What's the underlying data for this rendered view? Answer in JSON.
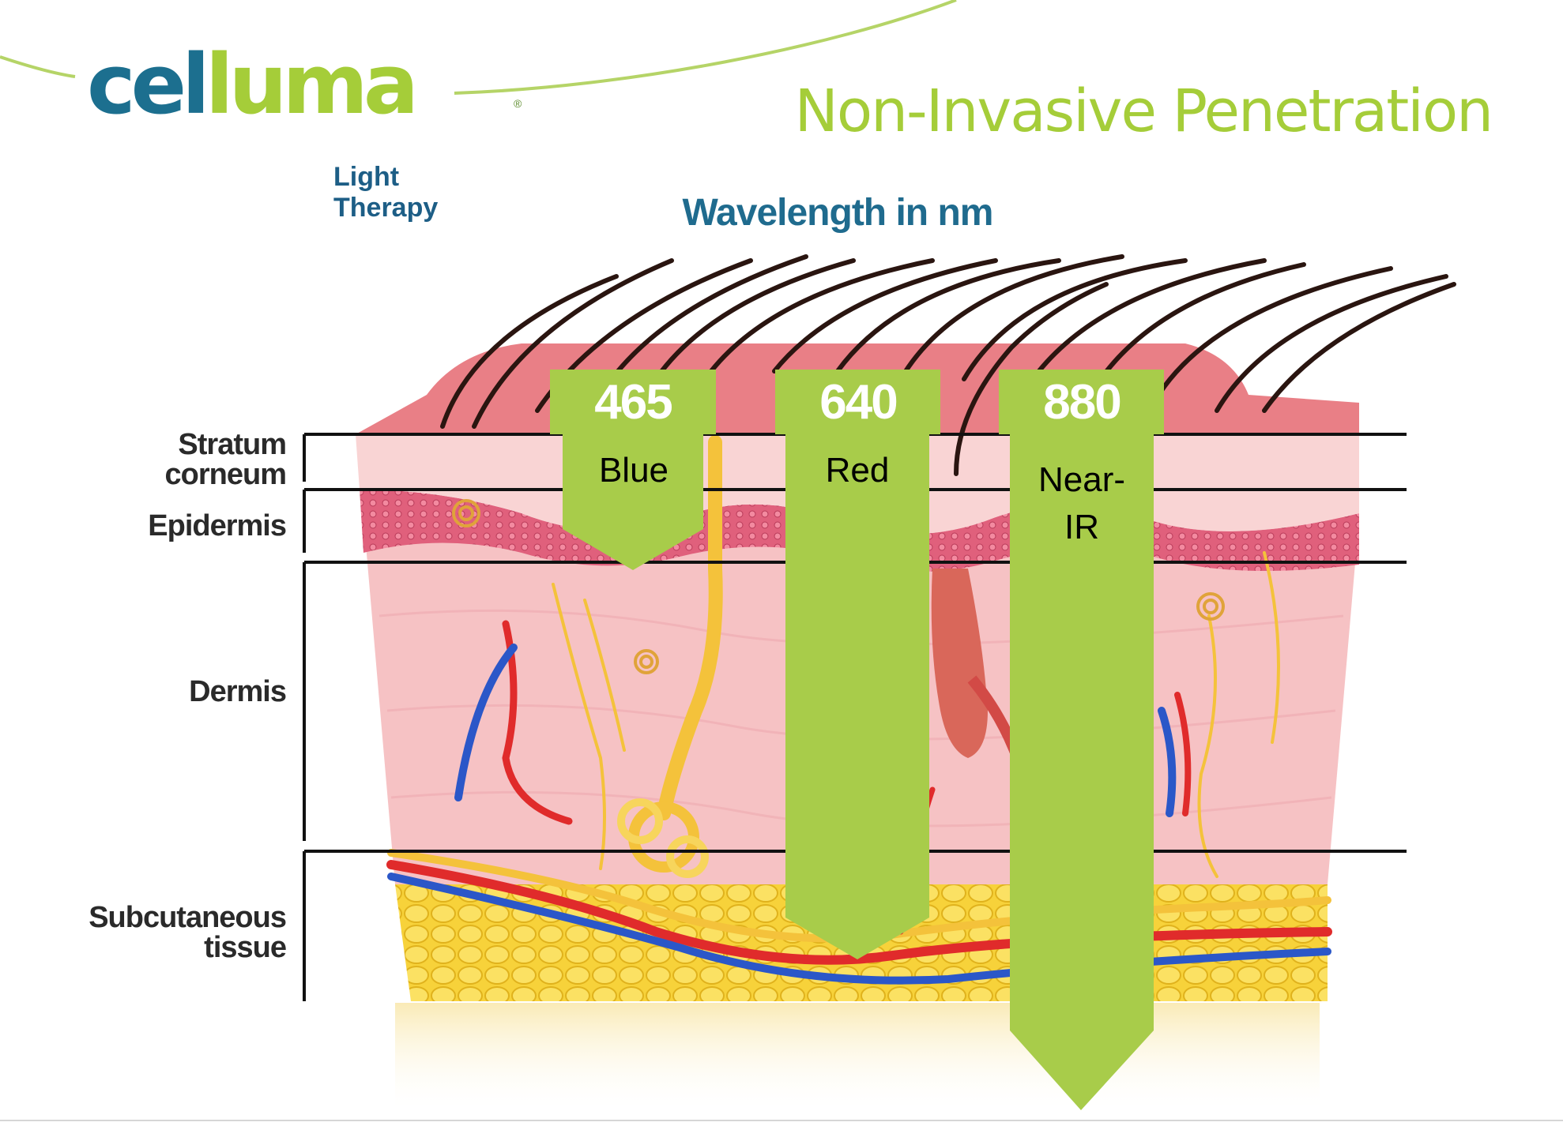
{
  "logo": {
    "part1": "cel",
    "part2": "luma",
    "registered_mark": "®",
    "subtitle": "Light Therapy",
    "colors": {
      "teal": "#1c6f8f",
      "green": "#a5cd39",
      "subtitle": "#1d5e86"
    }
  },
  "slide": {
    "title": "Non-Invasive Penetration",
    "title_color": "#a5cd39"
  },
  "diagram": {
    "title": "Wavelength in nm",
    "layers": [
      {
        "line1": "Stratum",
        "line2": "corneum"
      },
      {
        "line1": "Epidermis",
        "line2": ""
      },
      {
        "line1": "Dermis",
        "line2": ""
      },
      {
        "line1": "Subcutaneous",
        "line2": "tissue"
      }
    ],
    "arrows": [
      {
        "wavelength": "465",
        "name": "Blue",
        "penetration": "Epidermis"
      },
      {
        "wavelength": "640",
        "name": "Red",
        "penetration": "Subcutaneous tissue"
      },
      {
        "wavelength": "880",
        "name_line1": "Near-",
        "name_line2": "IR",
        "penetration": "below Subcutaneous tissue"
      }
    ],
    "arrow_color": "#a8cc4a",
    "colors": {
      "skin_surface": "#e97f86",
      "dermis": "#f6c2c4",
      "epidermis": "#d9506f",
      "fat": "#f7d23a",
      "artery": "#e02b2b",
      "vein": "#2b57c8",
      "nerve": "#f4c23b",
      "hair": "#2a1510"
    }
  }
}
